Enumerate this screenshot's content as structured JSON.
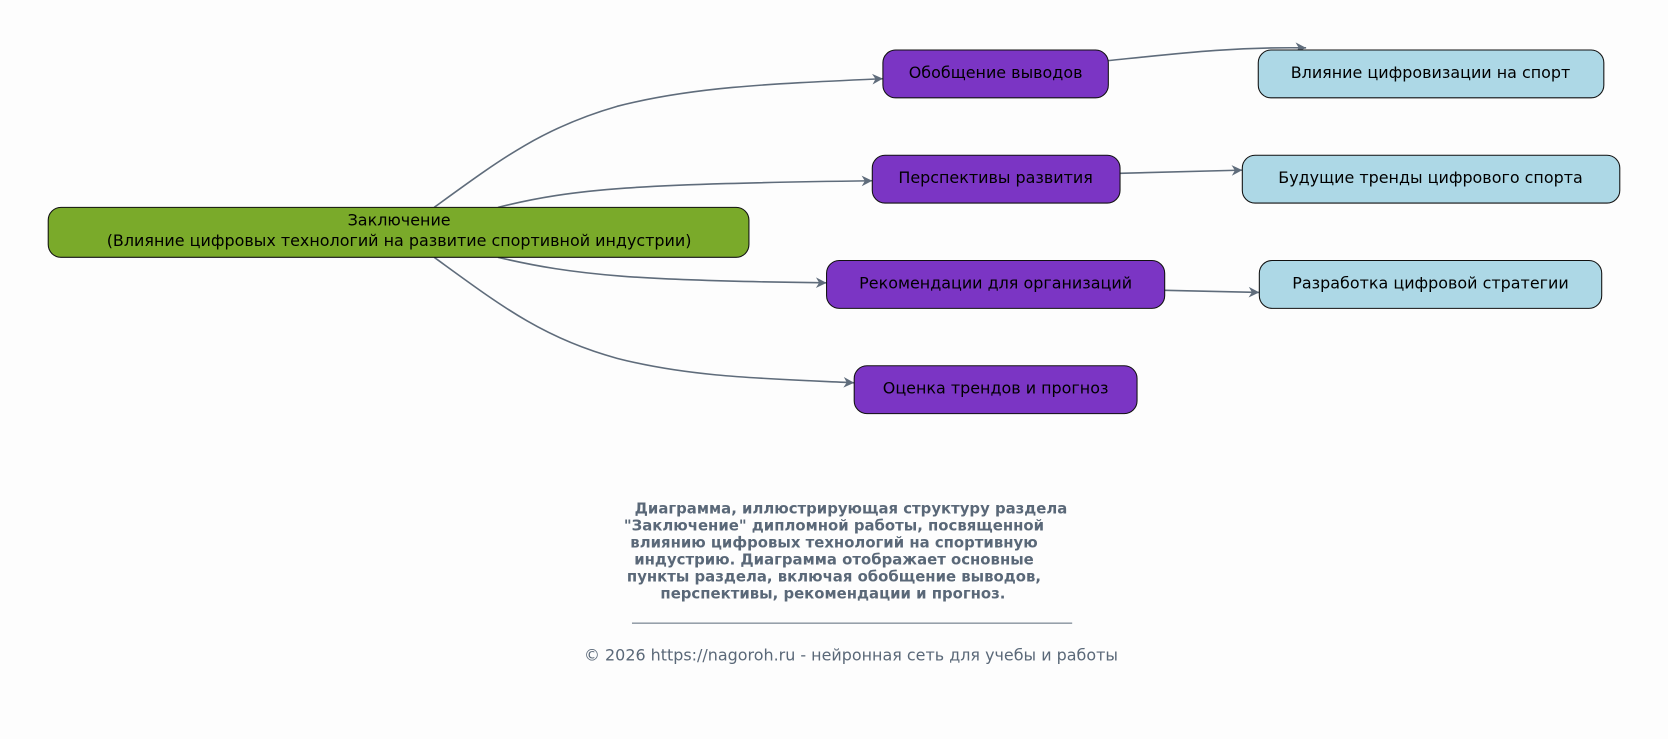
{
  "colors": {
    "root": "#7aaa2a",
    "section": "#7b35c4",
    "detail": "#add8e6",
    "edge": "#5f6c7b",
    "caption": "#5a6878"
  },
  "root": {
    "line1": "Заключение",
    "line2": "(Влияние цифровых технологий на развитие спортивной индустрии)"
  },
  "sections": [
    {
      "label": "Обобщение выводов"
    },
    {
      "label": "Перспективы развития"
    },
    {
      "label": "Рекомендации для организаций"
    },
    {
      "label": "Оценка трендов и прогноз"
    }
  ],
  "details": [
    {
      "label": "Влияние цифровизации на спорт"
    },
    {
      "label": "Будущие тренды цифрового спорта"
    },
    {
      "label": "Разработка цифровой стратегии"
    }
  ],
  "caption": {
    "lines": [
      "Диаграмма, иллюстрирующая структуру раздела",
      "\"Заключение\" дипломной работы, посвященной",
      "влиянию цифровых технологий на спортивную",
      "индустрию. Диаграмма отображает основные",
      "пункты раздела, включая обобщение выводов,",
      "перспективы, рекомендации и прогноз."
    ],
    "footer": "© 2026 https://nagoroh.ru - нейронная сеть для учебы и работы"
  }
}
